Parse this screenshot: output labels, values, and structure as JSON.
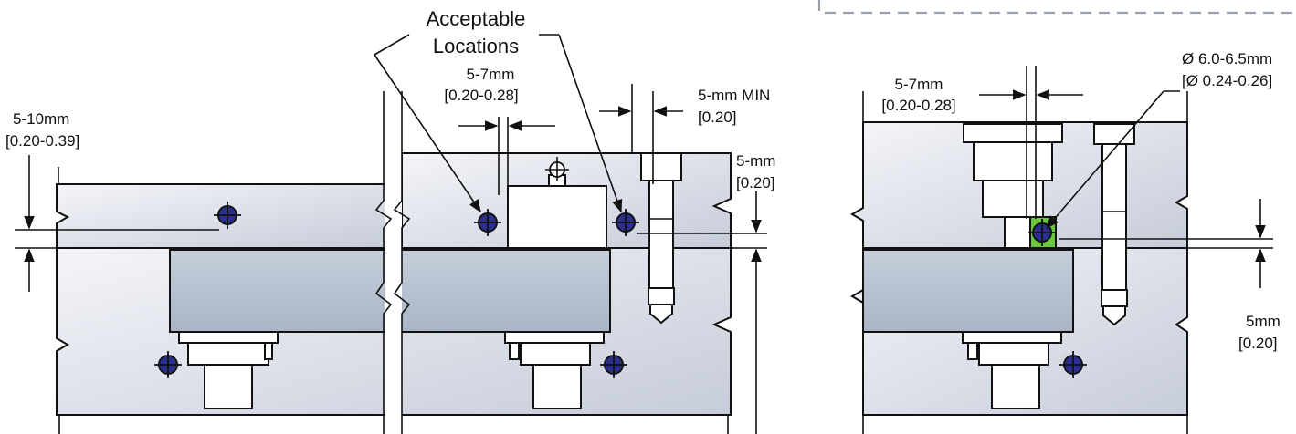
{
  "labels": {
    "acceptable_line1": "Acceptable",
    "acceptable_line2": "Locations",
    "left_gap_mm": "5-10mm",
    "left_gap_in": "[0.20-0.39]",
    "mid_gap_mm": "5-7mm",
    "mid_gap_in": "[0.20-0.28]",
    "bolt_min_mm": "5-mm MIN",
    "bolt_min_in": "[0.20]",
    "surface_mm": "5-mm",
    "surface_in": "[0.20]",
    "right_gap_mm": "5-7mm",
    "right_gap_in": "[0.20-0.28]",
    "diameter_mm": "Ø 6.0-6.5mm",
    "diameter_in": "[Ø 0.24-0.26]",
    "right_depth_mm": "5mm",
    "right_depth_in": "[0.20]"
  },
  "colors": {
    "plate_light": "#eef0f5",
    "plate_dark": "#c9cedb",
    "mold_block": "#b7c2d2",
    "hole_fill": "#2d2f8e",
    "highlight_green": "#6ac73b"
  },
  "icons": [
    "crosshair-hole-icon",
    "crosshair-target-icon",
    "break-line-icon"
  ]
}
